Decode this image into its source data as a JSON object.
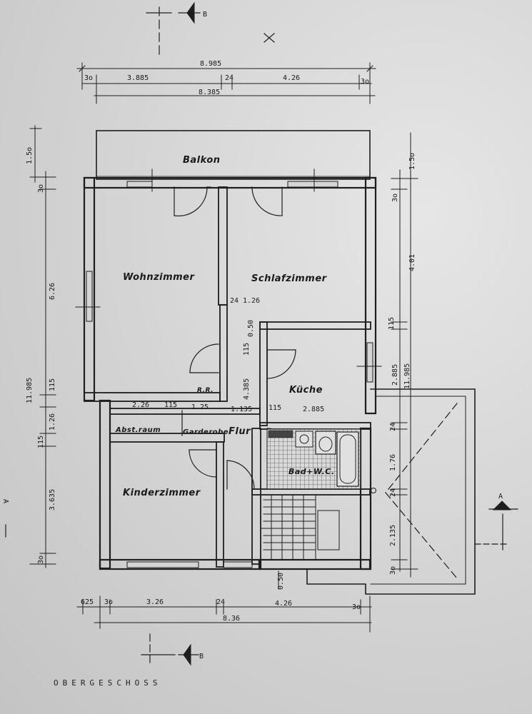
{
  "plan": {
    "title": "OBERGESCHOSS",
    "rooms": {
      "balkon": "Balkon",
      "wohnzimmer": "Wohnzimmer",
      "schlafzimmer": "Schlafzimmer",
      "kueche": "Küche",
      "kinderzimmer": "Kinderzimmer",
      "abstellraum": "Abst.raum",
      "garderobe": "Garderobe",
      "flur": "Flur",
      "bad": "Bad+W.C.",
      "rr": "R.R."
    },
    "section_markers": {
      "top": "B",
      "bottom": "B",
      "right": "A",
      "left": "A"
    },
    "dims_top": {
      "overall": "8.985",
      "inner": "8.385",
      "a30": "3o",
      "b": "3.885",
      "c24": "24",
      "d": "4.26",
      "e30": "3o"
    },
    "dims_bottom": {
      "a": "625",
      "b30": "3o",
      "c": "3.26",
      "d24": "24",
      "e": "4.26",
      "f30": "3o",
      "overall": "8.36"
    },
    "dims_left": {
      "balkon": "1.5o",
      "w30": "3o",
      "wohn": "6.26",
      "overall": "11.985",
      "i115a": "115",
      "i126": "1.26",
      "i115b": "115",
      "kinder": "3.635",
      "b30": "3o"
    },
    "dims_right": {
      "balkon": "1.5o",
      "w30": "3o",
      "schlaf": "4.01",
      "i115": "115",
      "kueche": "2.885",
      "overall": "11.985",
      "i24a": "24",
      "bad": "1.76",
      "i24b": "24",
      "stair": "2.135",
      "b30": "3o"
    },
    "dims_inner": {
      "t24": "24",
      "t126": "1.26",
      "o050": "0.50",
      "f115": "115",
      "f4385": "4.385",
      "r226": "2.26",
      "r115": "115",
      "r125": "1.25",
      "r1135": "1.135",
      "k115": "115",
      "k2885": "2.885",
      "s050": "0.50"
    }
  }
}
